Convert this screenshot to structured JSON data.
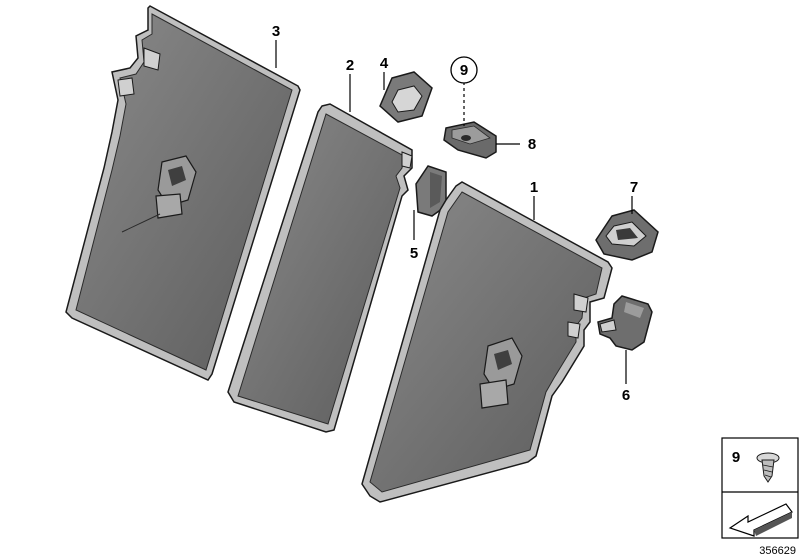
{
  "callouts": {
    "c1": "1",
    "c2": "2",
    "c3": "3",
    "c4": "4",
    "c5": "5",
    "c6": "6",
    "c7": "7",
    "c8": "8",
    "c9": "9"
  },
  "legend": {
    "item_number": "9"
  },
  "diagram_id": "356629",
  "colors": {
    "part_fill": "#6e6e6e",
    "part_dark": "#4a4a4a",
    "part_light": "#9a9a9a",
    "outline": "#1a1a1a",
    "leader": "#000000"
  }
}
